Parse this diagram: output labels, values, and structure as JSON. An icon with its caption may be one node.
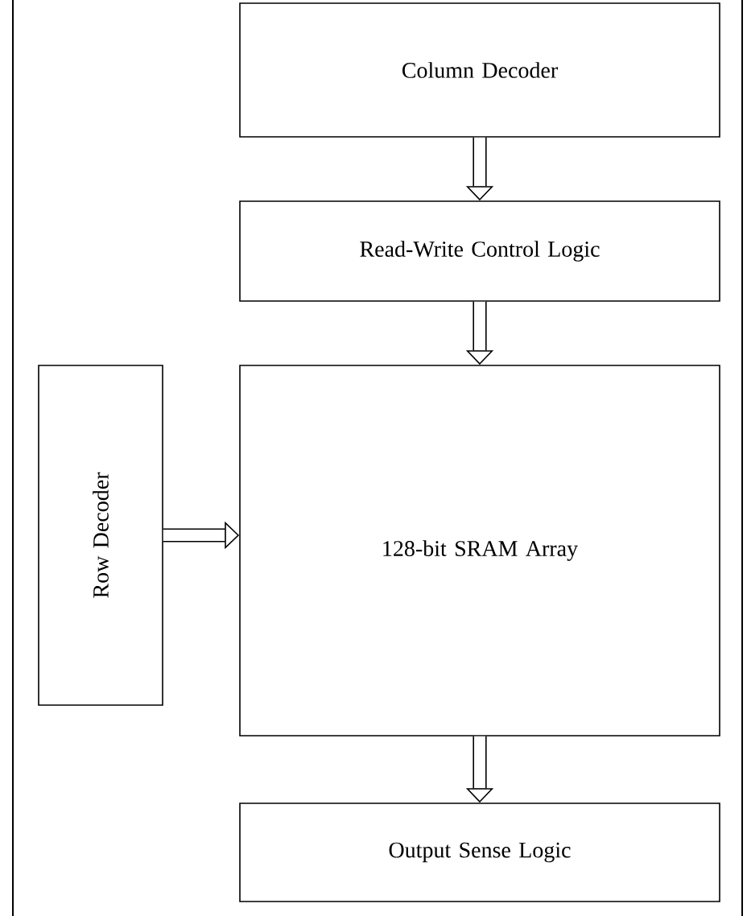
{
  "diagram": {
    "nodes": [
      {
        "text": [
          "Column Decoder"
        ]
      },
      {
        "text": [
          "Read-Write Control Logic"
        ]
      },
      {
        "text": [
          "128-bit SRAM Array"
        ]
      },
      {
        "text": [
          "Row Decoder"
        ]
      },
      {
        "text": [
          "Output Sense Logic"
        ]
      }
    ],
    "edges": [
      {
        "from": 0,
        "to": 1,
        "arrow": "to"
      },
      {
        "from": 1,
        "to": 2,
        "arrow": "to"
      },
      {
        "from": 3,
        "to": 2,
        "arrow": "to"
      },
      {
        "from": 2,
        "to": 4,
        "arrow": "to"
      }
    ]
  }
}
